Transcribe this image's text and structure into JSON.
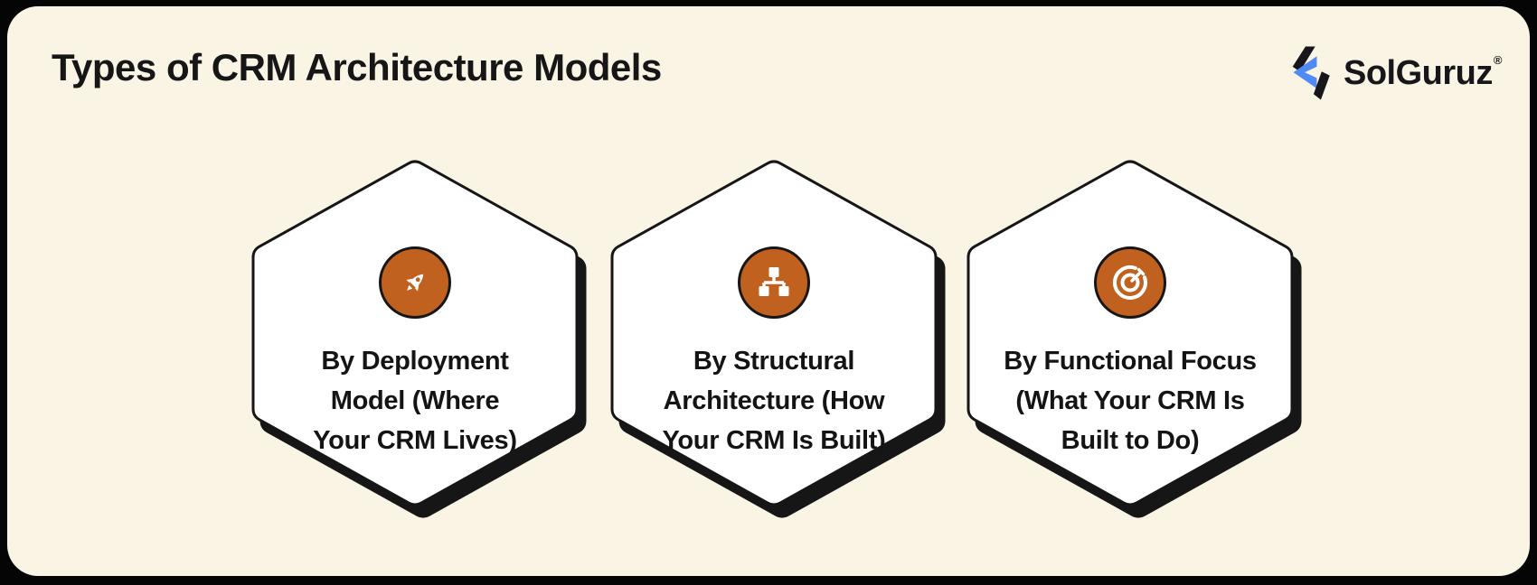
{
  "page": {
    "title": "Types of CRM Architecture Models"
  },
  "logo": {
    "name": "SolGuruz",
    "registered_mark": "®"
  },
  "colors": {
    "frame_black": "#050505",
    "panel_cream": "#FAF4E5",
    "card_white": "#FFFFFF",
    "outline_black": "#161616",
    "accent_orange": "#C0611F",
    "logo_blue": "#4F8AF7"
  },
  "icons": [
    "rocket-icon",
    "sitemap-icon",
    "target-dart-icon"
  ],
  "cards": [
    {
      "icon": "rocket-icon",
      "title": "By Deployment\nModel (Where\nYour CRM Lives)"
    },
    {
      "icon": "sitemap-icon",
      "title": "By Structural\nArchitecture (How\nYour CRM Is Built)"
    },
    {
      "icon": "target-dart-icon",
      "title": "By Functional Focus\n(What Your CRM Is\nBuilt to Do)"
    }
  ]
}
